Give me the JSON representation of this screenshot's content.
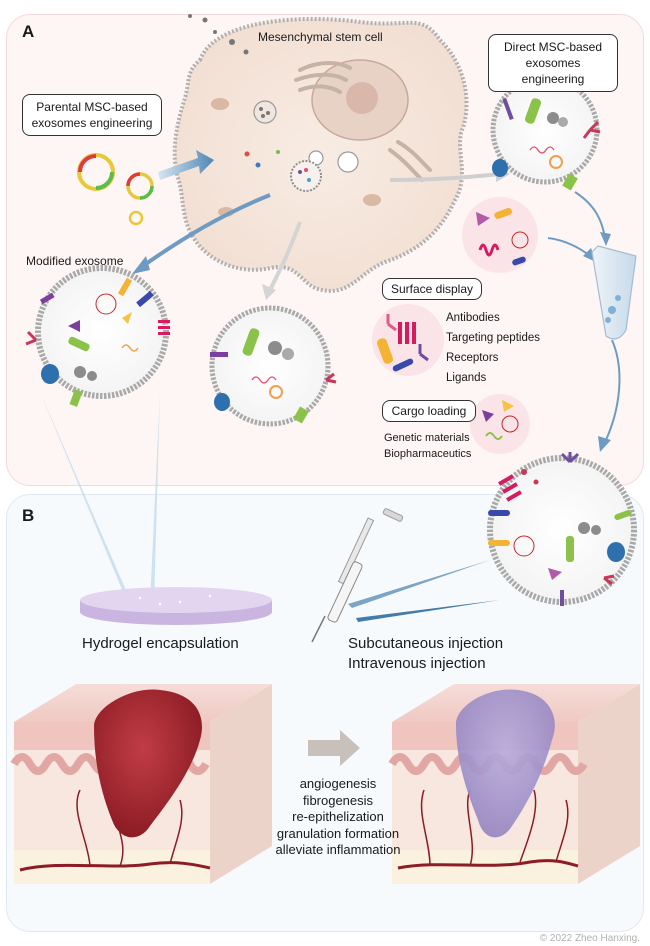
{
  "panel_a": {
    "label": "A",
    "cell_label": "Mesenchymal stem cell",
    "parental_box": "Parental MSC-based exosomes engineering",
    "direct_box": "Direct MSC-based exosomes engineering",
    "modified_label": "Modified exosome",
    "surface_display": {
      "header": "Surface display",
      "items": [
        "Antibodies",
        "Targeting peptides",
        "Receptors",
        "Ligands"
      ]
    },
    "cargo_loading": {
      "header": "Cargo loading",
      "items": [
        "Genetic materials",
        "Biopharmaceutics"
      ]
    }
  },
  "panel_b": {
    "label": "B",
    "hydrogel_label": "Hydrogel encapsulation",
    "injection_lines": [
      "Subcutaneous injection",
      "Intravenous injection"
    ],
    "outcomes": [
      "angiogenesis",
      "fibrogenesis",
      "re-epithelization",
      "granulation formation",
      "alleviate inflammation"
    ]
  },
  "credit": "© 2022 Zheo Hanxing.",
  "colors": {
    "panel_a_bg": "#fef6f4",
    "panel_b_bg": "#f7fafd",
    "cell": "#f6e8de",
    "membrane": "#a7a7a7",
    "wound": "#a8282f",
    "healed": "#a89ad0",
    "arrow_blue": "#5d8fb8"
  }
}
